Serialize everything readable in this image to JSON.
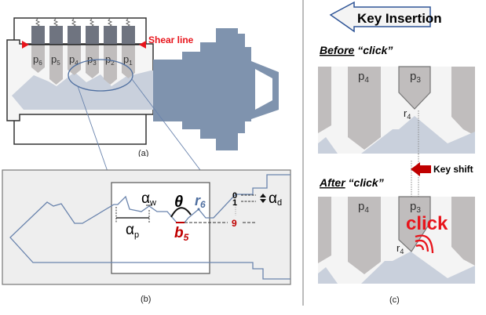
{
  "panel_a": {
    "caption": "(a)",
    "shear_label": "Shear line",
    "pins": [
      {
        "label": "p",
        "sub": "6"
      },
      {
        "label": "p",
        "sub": "5"
      },
      {
        "label": "p",
        "sub": "4"
      },
      {
        "label": "p",
        "sub": "3"
      },
      {
        "label": "p",
        "sub": "2"
      },
      {
        "label": "p",
        "sub": "1"
      }
    ]
  },
  "panel_b": {
    "caption": "(b)",
    "alpha_w": "α",
    "alpha_w_sub": "w",
    "alpha_p": "α",
    "alpha_p_sub": "p",
    "theta": "θ",
    "r6": "r",
    "r6_sub": "6",
    "b5": "b",
    "b5_sub": "5",
    "depth_0": "0",
    "depth_1": "1",
    "depth_9": "9",
    "alpha_d": "α",
    "alpha_d_sub": "d"
  },
  "panel_c": {
    "caption": "(c)",
    "key_insertion": "Key Insertion",
    "before_word": "Before",
    "before_quote": " “click”",
    "after_word": "After",
    "after_quote": " “click”",
    "key_shift": "Key shift",
    "click_text": "click",
    "p4": "p",
    "p4_sub": "4",
    "p3": "p",
    "p3_sub": "3",
    "r4": "r",
    "r4_sub": "4"
  },
  "colors": {
    "key_blue": "#7f93ae",
    "key_light": "#c9d0dc",
    "pin_grey": "#c0bdbd",
    "driver_grey": "#6f7480",
    "accent_red": "#e8141b",
    "dark_red": "#c00000",
    "outline_blue": "#6a84ad"
  }
}
